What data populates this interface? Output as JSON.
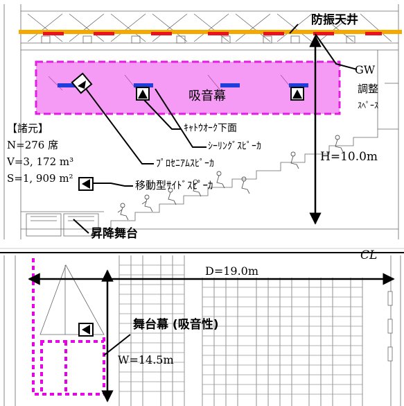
{
  "labels": {
    "ceiling": "防振天井",
    "gw": "GW",
    "absorption_curtain": "吸音幕",
    "adjust_space_l1": "調整",
    "adjust_space_l2": "ｽﾍﾟｰｽ",
    "catwalk": "ｷｬﾄｳｵｰｸ下面",
    "ceiling_speaker": "ｼｰﾘﾝｸﾞｽﾋﾟｰｶ",
    "proscenium_speaker": "ﾌﾟﾛｾﾆｱﾑｽﾋﾟｰｶ",
    "side_speaker": "移動型ｻｲﾄﾞｽﾋﾟｰｶ",
    "lift_stage": "昇降舞台",
    "stage_curtain": "舞台幕 (吸音性)",
    "height": "H=10.0m",
    "depth": "D=19.0m",
    "width": "W=14.5m",
    "center_line": "CL"
  },
  "specs": {
    "title": "【諸元】",
    "seats": "N=276 席",
    "volume": "V=3, 172 m³",
    "surface": "S=1, 909 m²"
  },
  "colors": {
    "curtain_fill": "#f59af5",
    "curtain_border": "#e11ee1",
    "ceiling_bar": "#f5a800",
    "ceiling_marks": "#e8131c",
    "speaker_blue": "#1f3ddb",
    "stage_dots": "#e600e6"
  }
}
